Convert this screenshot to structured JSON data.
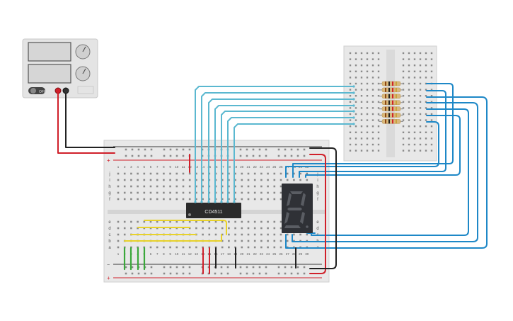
{
  "canvas": {
    "background": "#ffffff"
  },
  "power_supply": {
    "switch_label": "OFF",
    "knob1_labels": [
      "",
      ""
    ],
    "knob2_labels": [
      "",
      ""
    ],
    "colors": {
      "body": "#e6e6e6",
      "display": "#dcdcdc",
      "red": "#d0202a",
      "black": "#222222"
    }
  },
  "chip": {
    "label": "CD4511",
    "color": "#2b2b2b"
  },
  "display": {
    "digit": "8",
    "color": "#2f3136"
  },
  "breadboard": {
    "column_numbers": [
      "1",
      "2",
      "3",
      "4",
      "5",
      "6",
      "7",
      "8",
      "9",
      "10",
      "11",
      "12",
      "13",
      "14",
      "15",
      "16",
      "17",
      "18",
      "19",
      "20",
      "21",
      "22",
      "23",
      "24",
      "25",
      "26",
      "27",
      "28",
      "29",
      "30"
    ],
    "top_row_letters": [
      "j",
      "i",
      "h",
      "g",
      "f"
    ],
    "bottom_row_letters": [
      "e",
      "d",
      "c",
      "b",
      "a"
    ],
    "rail_plus": "+",
    "rail_minus": "−"
  },
  "wire_colors": {
    "cyan": "#5bb8d0",
    "blue": "#1e88c7",
    "red": "#d0202a",
    "black": "#222222",
    "yellow": "#e8d22a",
    "green": "#3aa83a"
  },
  "resistor_count": 7
}
